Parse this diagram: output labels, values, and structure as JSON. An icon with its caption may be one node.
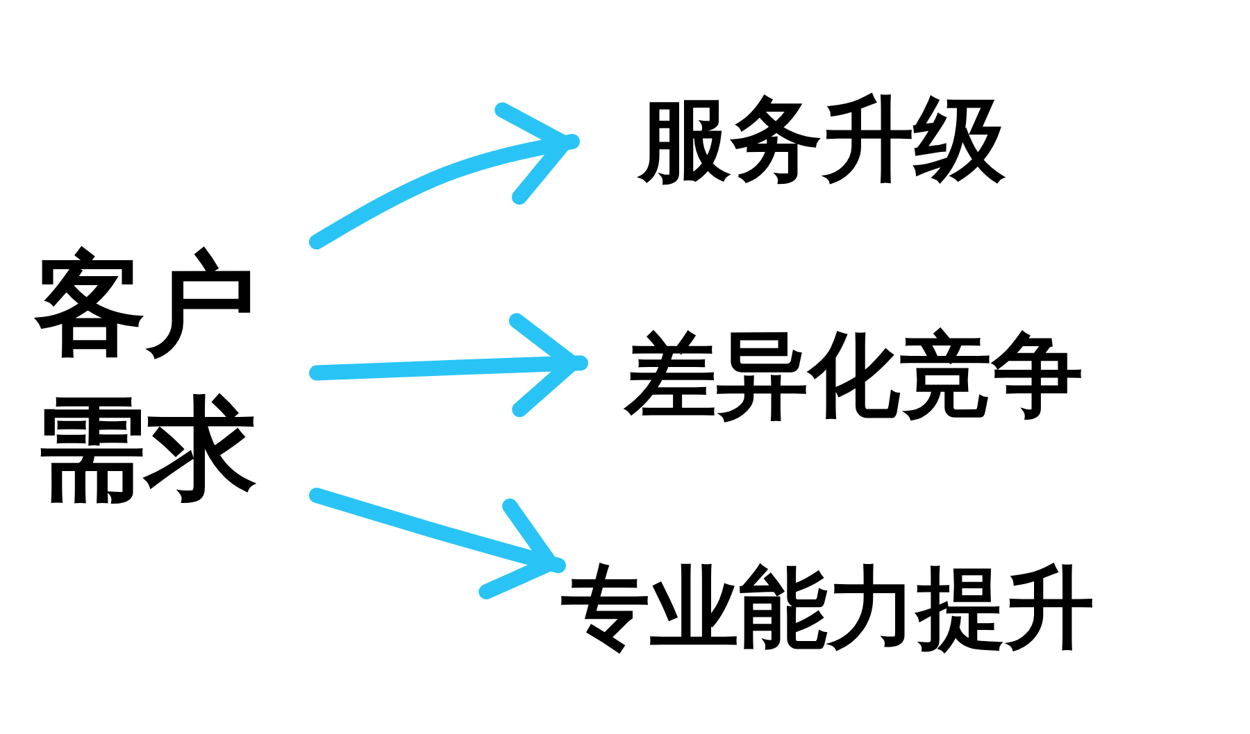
{
  "diagram": {
    "nodes": [
      {
        "text": [
          "客户需求"
        ]
      },
      {
        "text": [
          "服务升级"
        ]
      },
      {
        "text": [
          "差异化竞争"
        ]
      },
      {
        "text": [
          "专业能力提升"
        ]
      }
    ],
    "edges": [
      {
        "from": 0,
        "to": 1,
        "arrow": "to"
      },
      {
        "from": 0,
        "to": 2,
        "arrow": "to"
      },
      {
        "from": 0,
        "to": 3,
        "arrow": "to"
      }
    ]
  }
}
